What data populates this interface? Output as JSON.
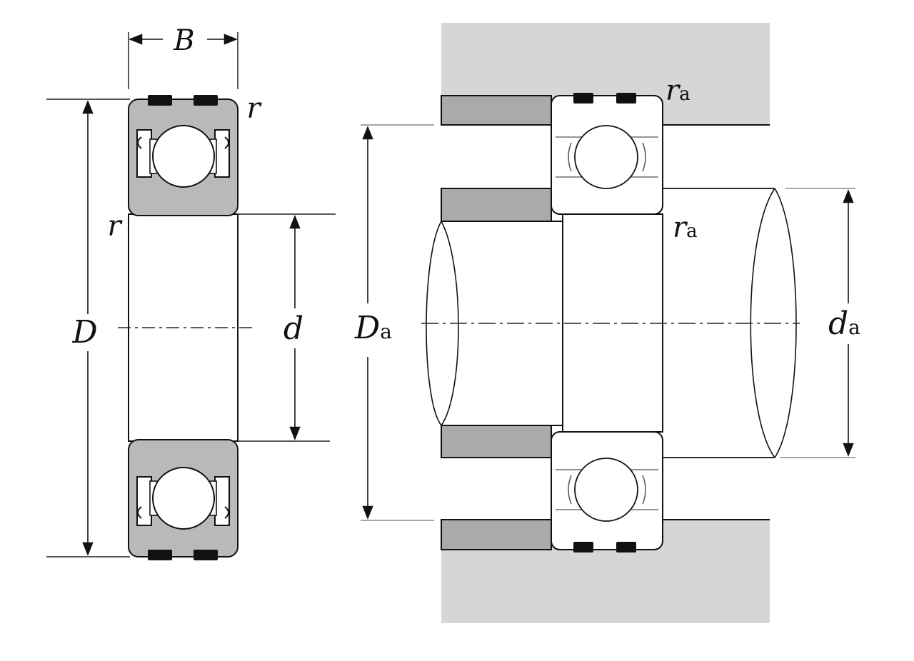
{
  "labels": {
    "B": "B",
    "r": "r",
    "D": "D",
    "d": "d",
    "Da_main": "D",
    "da_main": "d",
    "ra_main": "r",
    "sub": "a"
  },
  "colors": {
    "ring": "#b9b9b9",
    "housing": "#d6d6d6",
    "spacer": "#aaaaaa",
    "seal": "#111111",
    "line": "#1a1a1a",
    "dimline": "#2a2a2a"
  }
}
